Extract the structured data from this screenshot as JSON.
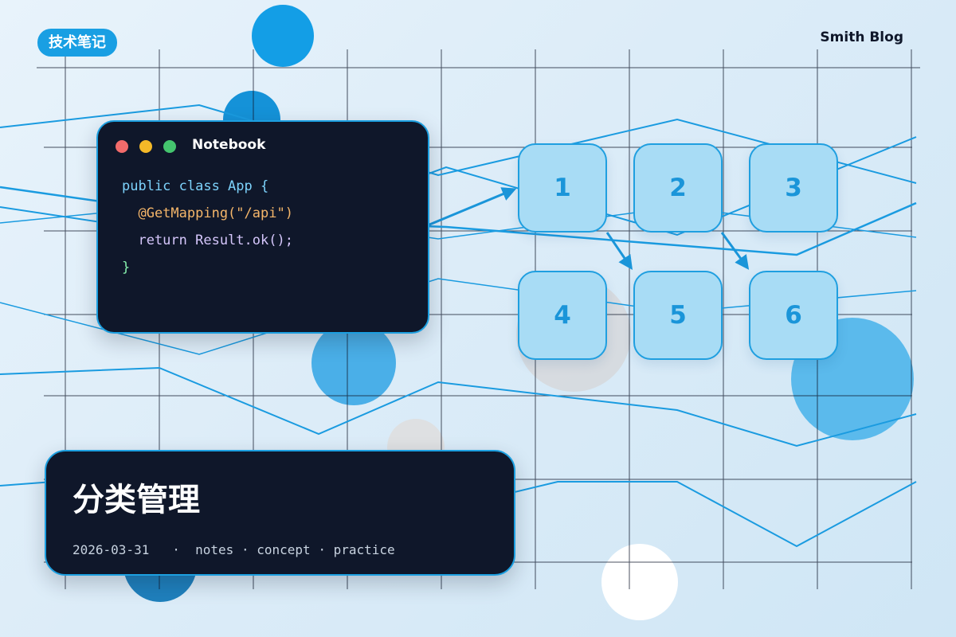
{
  "header": {
    "tag": "技术笔记",
    "brand": "Smith Blog"
  },
  "code_card": {
    "title": "Notebook",
    "lines": [
      "public class App {",
      "  @GetMapping(\"/api\")",
      "  return Result.ok();",
      "}"
    ]
  },
  "tiles": [
    "1",
    "2",
    "3",
    "4",
    "5",
    "6"
  ],
  "title_card": {
    "title": "分类管理",
    "date": "2026-03-31",
    "separator": "·",
    "tags": [
      "notes",
      "concept",
      "practice"
    ]
  },
  "colors": {
    "accent": "#199fe3",
    "card_bg": "#0f172a",
    "tile_bg": "#a8dcf5",
    "tile_text": "#1a95d9"
  }
}
